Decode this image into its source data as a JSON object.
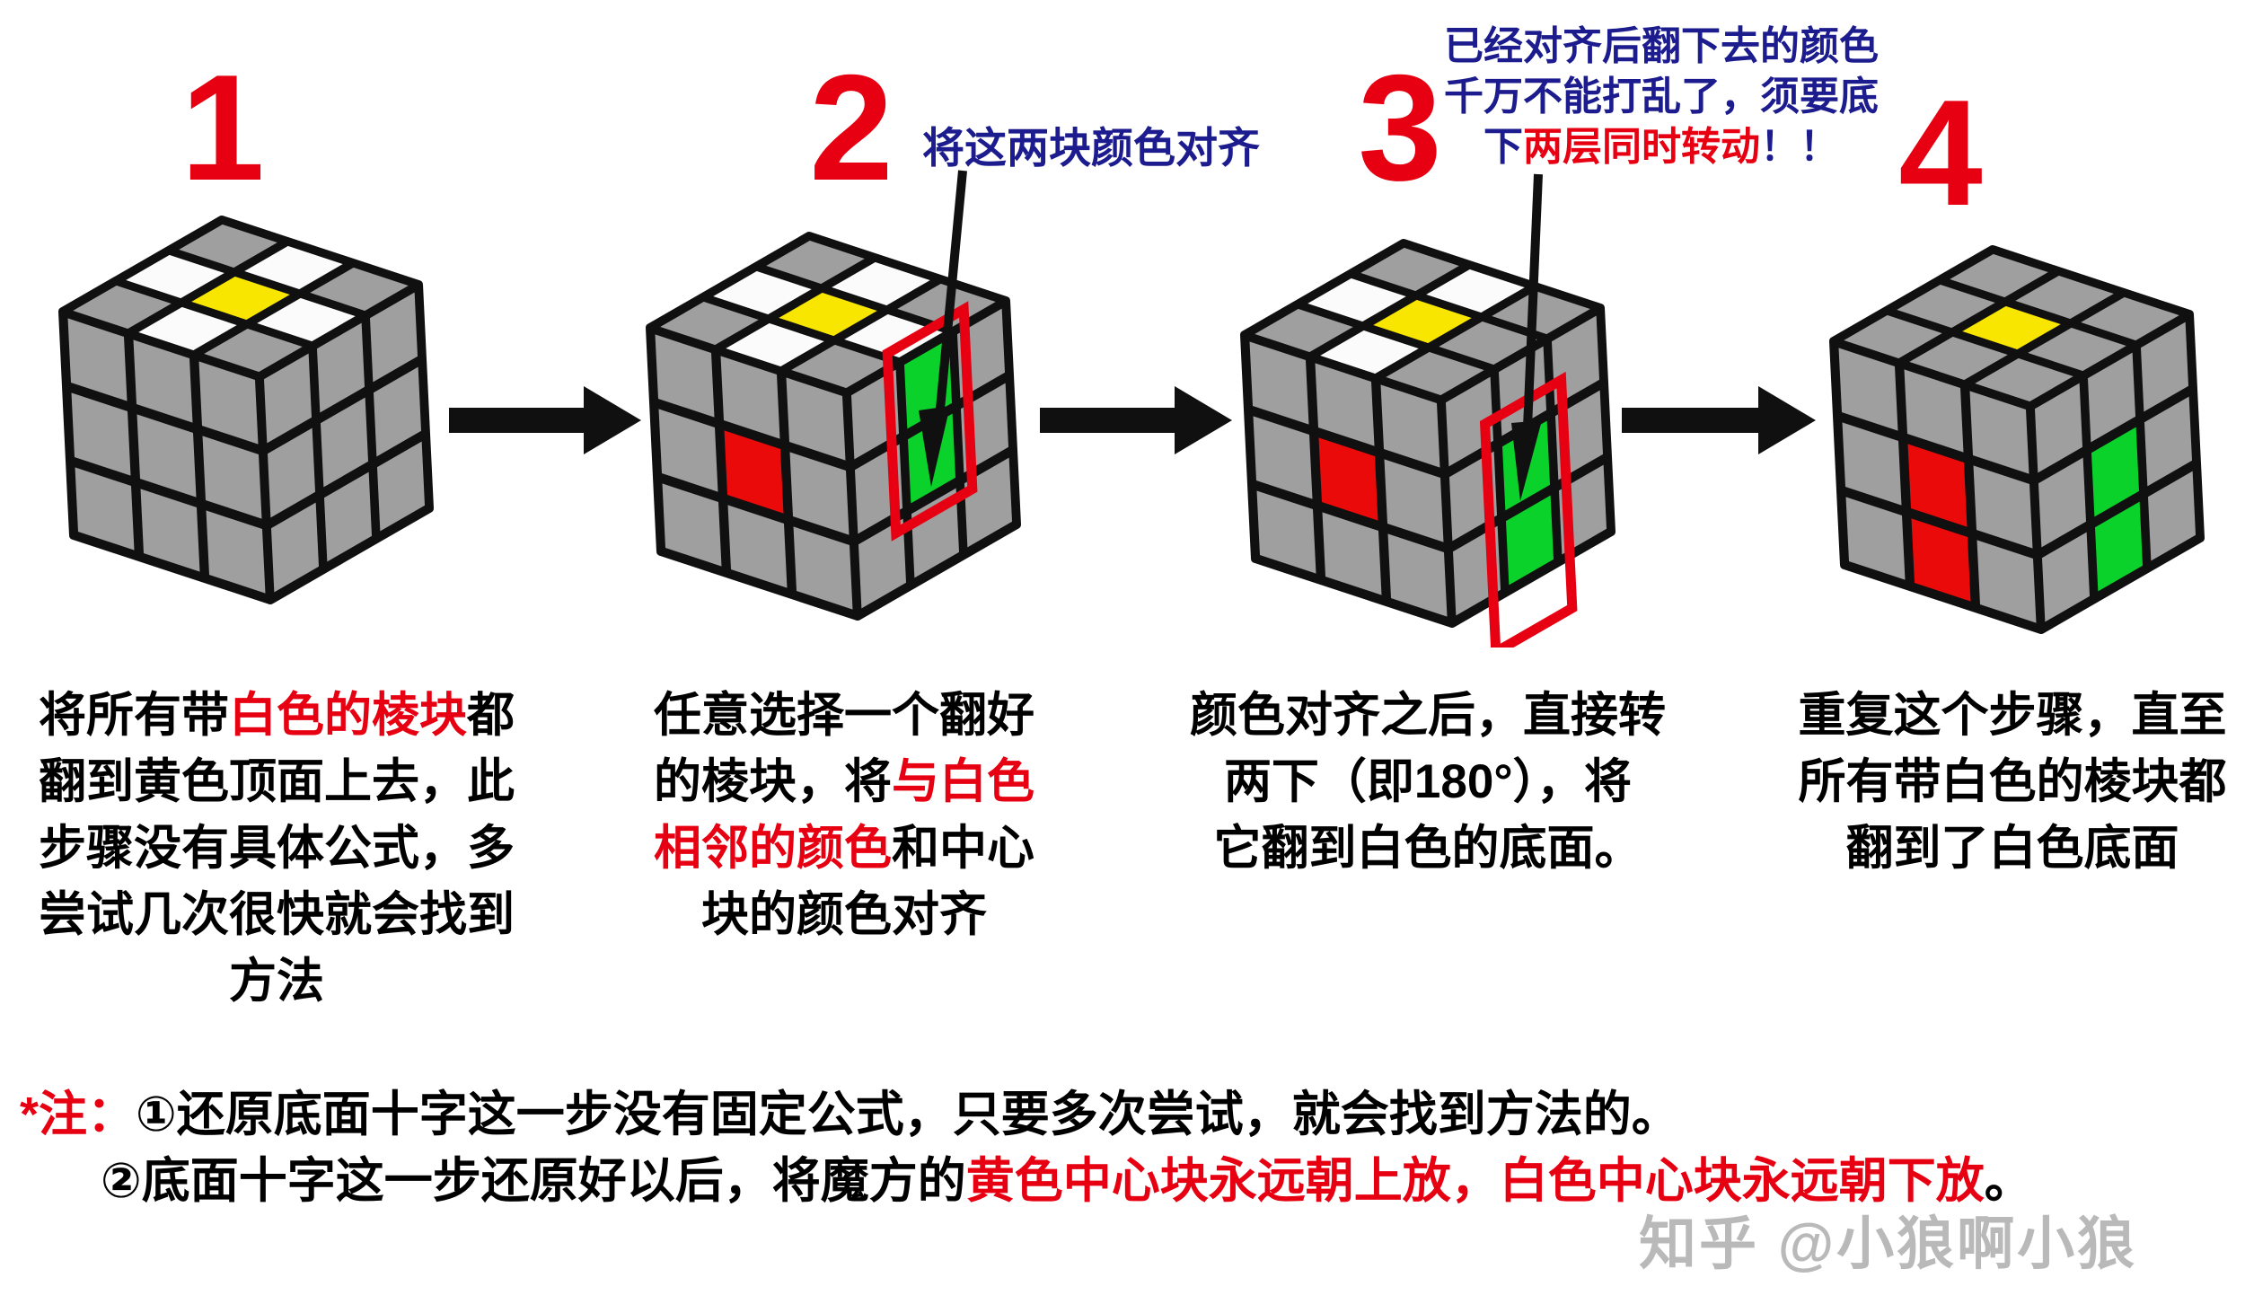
{
  "colors": {
    "accent_red": "#e60012",
    "navy_blue": "#1c1c8e",
    "text_black": "#000000",
    "watermark_gray": "#b9b9b9",
    "arrow_black": "#101010",
    "sticker_gray": "#9f9f9f",
    "sticker_white": "#fbfbfb",
    "sticker_yellow": "#f8e600",
    "sticker_red": "#ea0a0a",
    "sticker_green": "#0bd12b",
    "highlight_outline": "#e60012"
  },
  "steps": [
    {
      "number": "1",
      "text_lines": [
        [
          {
            "t": "将所有带",
            "c": "black"
          },
          {
            "t": "白色的棱块",
            "c": "red"
          },
          {
            "t": "都",
            "c": "black"
          }
        ],
        [
          {
            "t": "翻到黄色顶面上去，此",
            "c": "black"
          }
        ],
        [
          {
            "t": "步骤没有具体公式，多",
            "c": "black"
          }
        ],
        [
          {
            "t": "尝试几次很快就会找到",
            "c": "black"
          }
        ],
        [
          {
            "t": "方法",
            "c": "black"
          }
        ]
      ]
    },
    {
      "number": "2",
      "annotation": {
        "text": "将这两块颜色对齐"
      },
      "text_lines": [
        [
          {
            "t": "任意选择一个翻好",
            "c": "black"
          }
        ],
        [
          {
            "t": "的棱块，将",
            "c": "black"
          },
          {
            "t": "与白色",
            "c": "red"
          }
        ],
        [
          {
            "t": "相邻的颜色",
            "c": "red"
          },
          {
            "t": "和中心",
            "c": "black"
          }
        ],
        [
          {
            "t": "块的颜色对齐",
            "c": "black"
          }
        ]
      ]
    },
    {
      "number": "3",
      "annotation": {
        "lines": [
          [
            {
              "t": "已经对齐后翻下去的颜色",
              "c": "navy"
            }
          ],
          [
            {
              "t": "千万不能打乱了，须要底",
              "c": "navy"
            }
          ],
          [
            {
              "t": "下",
              "c": "navy"
            },
            {
              "t": "两层同时转动",
              "c": "red"
            },
            {
              "t": "！！",
              "c": "navy"
            }
          ]
        ]
      },
      "text_lines": [
        [
          {
            "t": "颜色对齐之后，直接转",
            "c": "black"
          }
        ],
        [
          {
            "t": "两下（即180°），将",
            "c": "black"
          }
        ],
        [
          {
            "t": "它翻到白色的底面。",
            "c": "black"
          }
        ]
      ]
    },
    {
      "number": "4",
      "text_lines": [
        [
          {
            "t": "重复这个步骤，直至",
            "c": "black"
          }
        ],
        [
          {
            "t": "所有带白色的棱块都",
            "c": "black"
          }
        ],
        [
          {
            "t": "翻到了白色底面",
            "c": "black"
          }
        ]
      ]
    }
  ],
  "cubes": [
    {
      "top": [
        [
          "gray",
          "white",
          "gray"
        ],
        [
          "white",
          "yellow",
          "white"
        ],
        [
          "gray",
          "white",
          "gray"
        ]
      ],
      "front": [
        [
          "gray",
          "gray",
          "gray"
        ],
        [
          "gray",
          "gray",
          "gray"
        ],
        [
          "gray",
          "gray",
          "gray"
        ]
      ],
      "right": [
        [
          "gray",
          "gray",
          "gray"
        ],
        [
          "gray",
          "gray",
          "gray"
        ],
        [
          "gray",
          "gray",
          "gray"
        ]
      ],
      "outline": null
    },
    {
      "top": [
        [
          "gray",
          "white",
          "gray"
        ],
        [
          "white",
          "yellow",
          "white"
        ],
        [
          "gray",
          "white",
          "gray"
        ]
      ],
      "front": [
        [
          "gray",
          "gray",
          "gray"
        ],
        [
          "gray",
          "red",
          "gray"
        ],
        [
          "gray",
          "gray",
          "gray"
        ]
      ],
      "right": [
        [
          "gray",
          "green",
          "gray"
        ],
        [
          "gray",
          "green",
          "gray"
        ],
        [
          "gray",
          "gray",
          "gray"
        ]
      ],
      "outline": {
        "r0": 0,
        "r1": 2
      }
    },
    {
      "top": [
        [
          "gray",
          "white",
          "gray"
        ],
        [
          "white",
          "yellow",
          "gray"
        ],
        [
          "gray",
          "white",
          "gray"
        ]
      ],
      "front": [
        [
          "gray",
          "gray",
          "gray"
        ],
        [
          "gray",
          "red",
          "gray"
        ],
        [
          "gray",
          "gray",
          "gray"
        ]
      ],
      "right": [
        [
          "gray",
          "gray",
          "gray"
        ],
        [
          "gray",
          "green",
          "gray"
        ],
        [
          "gray",
          "green",
          "gray"
        ]
      ],
      "outline": {
        "r0": 0.85,
        "r1": 3.5
      }
    },
    {
      "top": [
        [
          "gray",
          "gray",
          "gray"
        ],
        [
          "gray",
          "yellow",
          "gray"
        ],
        [
          "gray",
          "gray",
          "gray"
        ]
      ],
      "front": [
        [
          "gray",
          "gray",
          "gray"
        ],
        [
          "gray",
          "red",
          "gray"
        ],
        [
          "gray",
          "red",
          "gray"
        ]
      ],
      "right": [
        [
          "gray",
          "gray",
          "gray"
        ],
        [
          "gray",
          "green",
          "gray"
        ],
        [
          "gray",
          "green",
          "gray"
        ]
      ],
      "outline": null
    }
  ],
  "notes": {
    "line1": [
      {
        "t": "*注：",
        "c": "red"
      },
      {
        "t": "①还原底面十字这一步没有固定公式，只要多次尝试，就会找到方法的。",
        "c": "black"
      }
    ],
    "line2": [
      {
        "t": "②底面十字这一步还原好以后，将魔方的",
        "c": "black"
      },
      {
        "t": "黄色中心块永远朝上放，白色中心块永远朝下放",
        "c": "red"
      },
      {
        "t": "。",
        "c": "black"
      }
    ]
  },
  "watermark": {
    "text": "知乎 @小狼啊小狼"
  }
}
